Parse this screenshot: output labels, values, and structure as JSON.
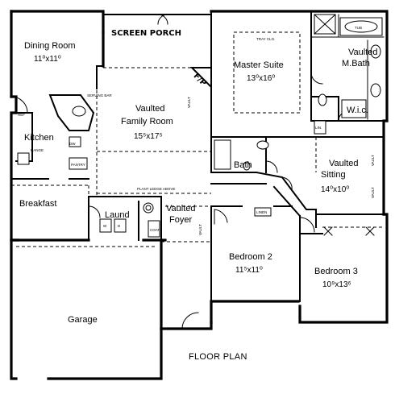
{
  "plan": {
    "title": "FLOOR PLAN",
    "porch": "SCREEN PORCH",
    "fp": "F/P",
    "rooms": {
      "dining": {
        "name": "Dining Room",
        "dim": "11⁰x11⁰"
      },
      "kitchen": {
        "name": "Kitchen"
      },
      "breakfast": {
        "name": "Breakfast"
      },
      "family": {
        "name1": "Vaulted",
        "name2": "Family Room",
        "dim": "15⁵x17⁵"
      },
      "master": {
        "name": "Master Suite",
        "dim": "13⁰x16⁰"
      },
      "mbath": {
        "name1": "Vaulted",
        "name2": "M.Bath"
      },
      "wic": {
        "name": "W.i.c."
      },
      "bath": {
        "name": "Bath"
      },
      "sitting": {
        "name1": "Vaulted",
        "name2": "Sitting",
        "dim": "14⁰x10⁰"
      },
      "laund": {
        "name": "Laund"
      },
      "foyer": {
        "name1": "Vaulted",
        "name2": "Foyer"
      },
      "bedroom2": {
        "name": "Bedroom 2",
        "dim": "11⁵x11⁰"
      },
      "bedroom3": {
        "name": "Bedroom 3",
        "dim": "10⁹x13⁶"
      },
      "garage": {
        "name": "Garage"
      }
    },
    "notes": {
      "tray": "TRAY CLG.",
      "serving": "SERVING BAR",
      "plant": "PLANT LEDGE ABOVE",
      "vault": "VAULT",
      "pantry": "PANTRY",
      "range": "RANGE",
      "ref": "REF",
      "dw": "DW",
      "tub": "TUB",
      "linen": "LINEN",
      "coat": "COAT",
      "linen2": "LIN.",
      "w": "W",
      "d": "D"
    }
  }
}
